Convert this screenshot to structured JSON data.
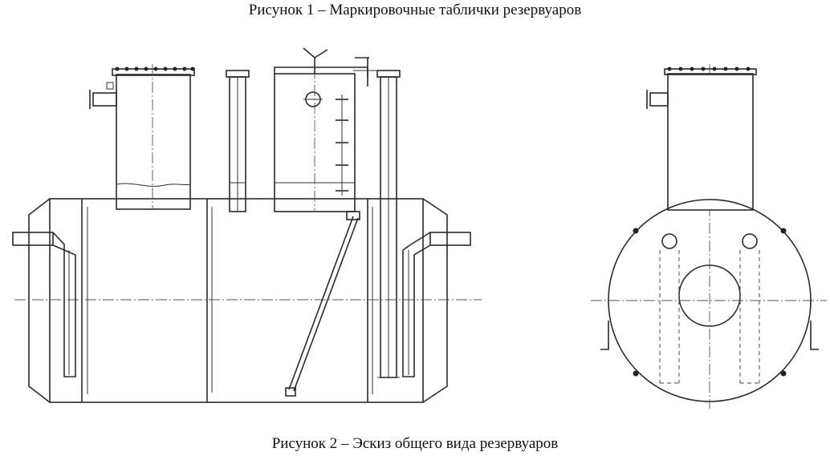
{
  "captions": {
    "figure1": "Рисунок 1 – Маркировочные таблички резервуаров",
    "figure2": "Рисунок 2 – Эскиз общего вида резервуаров"
  },
  "colors": {
    "line": "#2a2a2a",
    "background": "#ffffff"
  },
  "icons": {
    "side_view": "tank-side-view-drawing",
    "end_view": "tank-end-view-drawing"
  }
}
